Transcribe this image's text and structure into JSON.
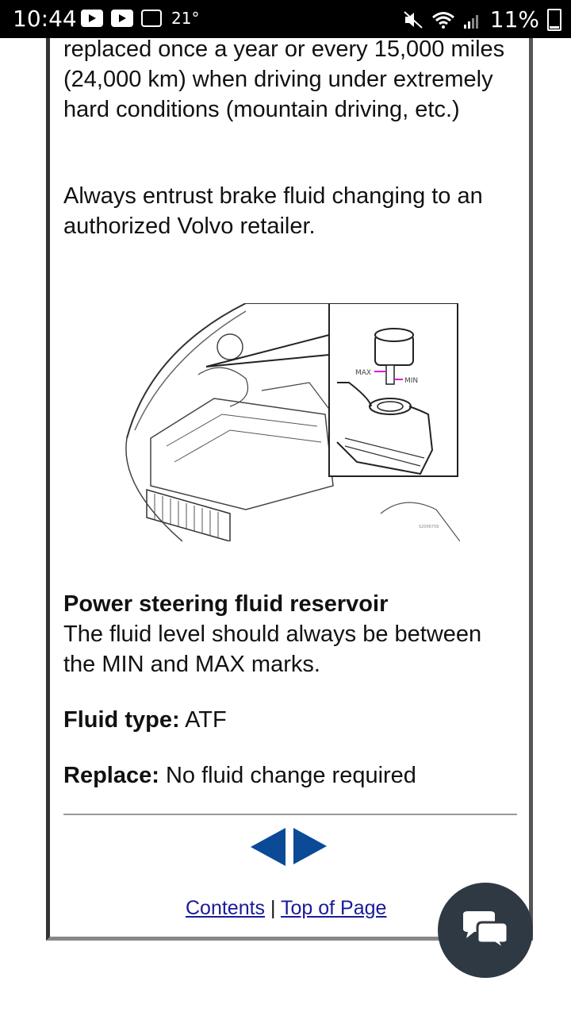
{
  "status_bar": {
    "time": "10:44",
    "temperature": "21°",
    "battery": "11%"
  },
  "content": {
    "para1": "replaced once a year or every 15,000 miles (24,000 km) when driving under extremely hard conditions (mountain driving, etc.)",
    "para2": "Always entrust brake fluid changing to an authorized Volvo retailer.",
    "figure": {
      "max_label": "MAX",
      "min_label": "MIN"
    },
    "section_title": "Power steering fluid reservoir",
    "section_desc": "The fluid level should always be between the MIN and MAX marks.",
    "fluid_type_label": "Fluid type:",
    "fluid_type_value": " ATF",
    "replace_label": "Replace:",
    "replace_value": " No fluid change required"
  },
  "nav": {
    "contents_link": "Contents",
    "separator": " | ",
    "top_link": "Top of Page"
  },
  "colors": {
    "nav_arrow": "#0a4a97",
    "chat_button": "#2f3944",
    "link": "#1a1a9a"
  }
}
